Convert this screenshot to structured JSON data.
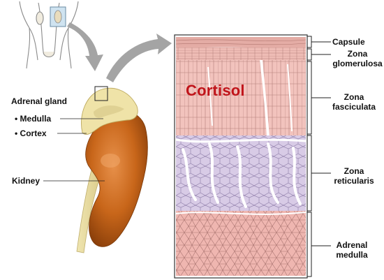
{
  "left_labels": {
    "adrenal_gland": "Adrenal gland",
    "medulla": "• Medulla",
    "cortex": "• Cortex",
    "kidney": "Kidney"
  },
  "right_labels": {
    "capsule": "Capsule",
    "zona_glomerulosa_1": "Zona",
    "zona_glomerulosa_2": "glomerulosa",
    "zona_fasciculata_1": "Zona",
    "zona_fasciculata_2": "fasciculata",
    "zona_reticularis_1": "Zona",
    "zona_reticularis_2": "reticularis",
    "adrenal_medulla_1": "Adrenal",
    "adrenal_medulla_2": "medulla"
  },
  "overlay": {
    "cortisol": "Cortisol"
  },
  "colors": {
    "kidney": "#c8661a",
    "adrenal": "#efe3a8",
    "capsule": "#e7b3ad",
    "fasciculata": "#f2c3bd",
    "reticularis": "#d8cbe6",
    "medulla_tissue": "#efb6b0",
    "cortisol_text": "#c0141a",
    "arrow": "#9c9c9c"
  }
}
